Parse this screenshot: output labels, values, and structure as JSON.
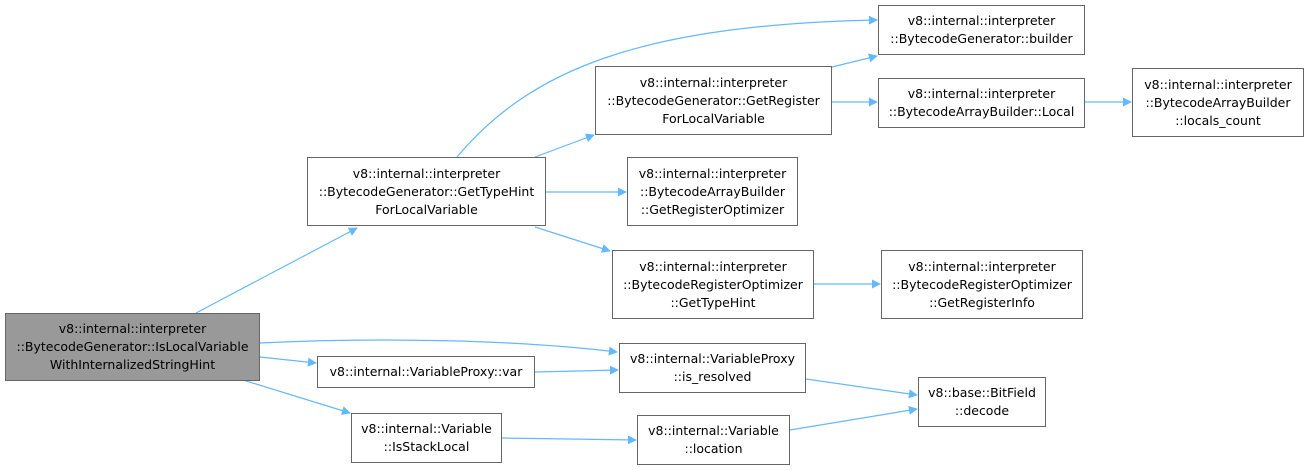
{
  "colors": {
    "edge": "#63b8ff",
    "node_border": "#666666",
    "root_fill": "#999999",
    "node_fill": "#ffffff"
  },
  "nodes": {
    "root": [
      "v8::internal::interpreter",
      "::BytecodeGenerator::IsLocalVariable",
      "WithInternalizedStringHint"
    ],
    "get_type_hint": [
      "v8::internal::interpreter",
      "::BytecodeGenerator::GetTypeHint",
      "ForLocalVariable"
    ],
    "builder": [
      "v8::internal::interpreter",
      "::BytecodeGenerator::builder"
    ],
    "get_register": [
      "v8::internal::interpreter",
      "::BytecodeGenerator::GetRegister",
      "ForLocalVariable"
    ],
    "local": [
      "v8::internal::interpreter",
      "::BytecodeArrayBuilder::Local"
    ],
    "locals_count": [
      "v8::internal::interpreter",
      "::BytecodeArrayBuilder",
      "::locals_count"
    ],
    "get_register_optimizer": [
      "v8::internal::interpreter",
      "::BytecodeArrayBuilder",
      "::GetRegisterOptimizer"
    ],
    "opt_get_type_hint": [
      "v8::internal::interpreter",
      "::BytecodeRegisterOptimizer",
      "::GetTypeHint"
    ],
    "get_register_info": [
      "v8::internal::interpreter",
      "::BytecodeRegisterOptimizer",
      "::GetRegisterInfo"
    ],
    "proxy_var": [
      "v8::internal::VariableProxy::var"
    ],
    "is_resolved": [
      "v8::internal::VariableProxy",
      "::is_resolved"
    ],
    "is_stack_local": [
      "v8::internal::Variable",
      "::IsStackLocal"
    ],
    "location": [
      "v8::internal::Variable",
      "::location"
    ],
    "decode": [
      "v8::base::BitField",
      "::decode"
    ]
  }
}
